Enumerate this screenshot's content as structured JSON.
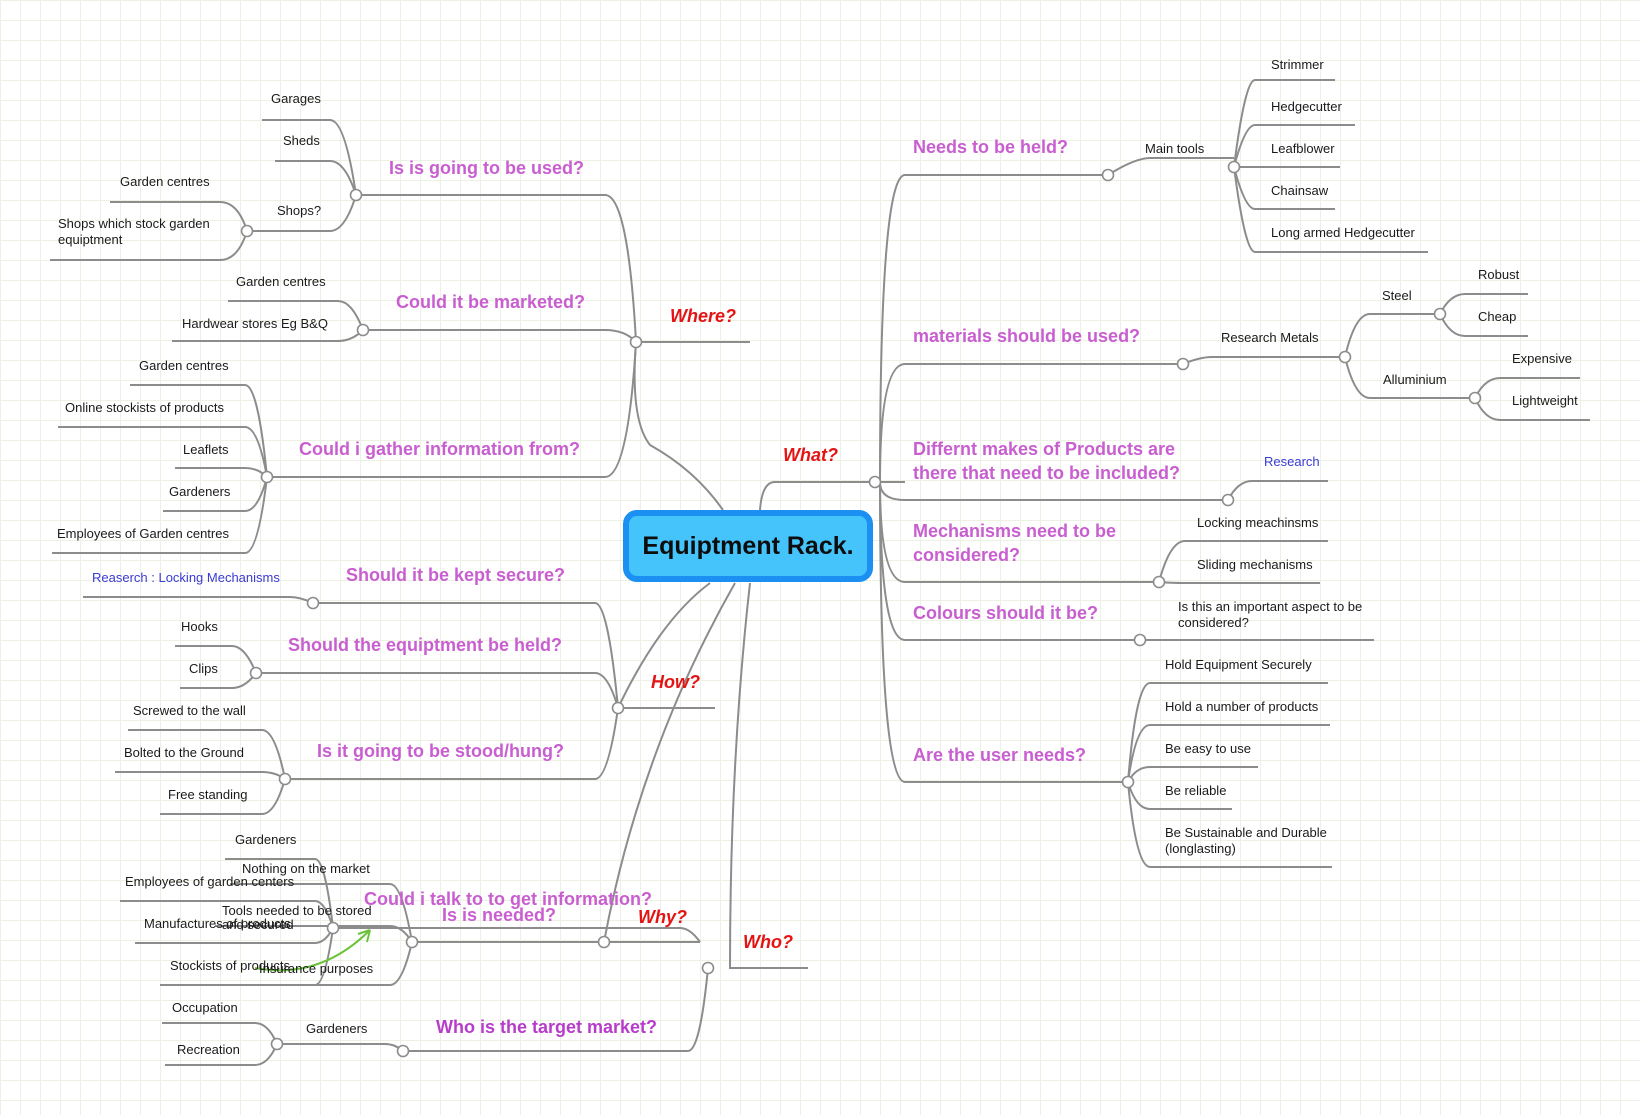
{
  "center": "Equiptment Rack.",
  "branches": {
    "what": "What?",
    "where": "Where?",
    "how": "How?",
    "why": "Why?",
    "who": "Who?"
  },
  "what": {
    "held": "Needs to be held?",
    "main_tools": "Main tools",
    "tools": [
      "Strimmer",
      "Hedgecutter",
      "Leafblower",
      "Chainsaw",
      "Long armed Hedgecutter"
    ],
    "materials": "materials should be used?",
    "research_metals": "Research Metals",
    "steel": "Steel",
    "steel_items": [
      "Robust",
      "Cheap"
    ],
    "alum": "Alluminium",
    "alum_items": [
      "Expensive",
      "Lightweight"
    ],
    "makes_1": "Differnt makes of Products are",
    "makes_2": "there that need to be included?",
    "research": "Research",
    "mech_1": "Mechanisms need to be",
    "mech_2": "considered?",
    "mech_items": [
      "Locking meachinsms",
      "Sliding mechanisms"
    ],
    "colours": "Colours should it be?",
    "colours_note_1": "Is this an important aspect to be",
    "colours_note_2": "considered?",
    "user": "Are the user needs?",
    "user_items": [
      "Hold Equipment Securely",
      "Hold a number of products",
      "Be easy to use",
      "Be reliable"
    ],
    "user_last_1": "Be Sustainable and Durable",
    "user_last_2": "(longlasting)"
  },
  "where": {
    "used": "Is is going to be used?",
    "used_items": [
      "Garages",
      "Sheds"
    ],
    "shops": "Shops?",
    "shops_items": [
      "Garden centres"
    ],
    "shops_stock_1": "Shops which stock garden",
    "shops_stock_2": "equiptment",
    "marketed": "Could it be marketed?",
    "marketed_items": [
      "Garden centres",
      "Hardwear stores Eg B&Q"
    ],
    "gather": "Could i gather information from?",
    "gather_items": [
      "Garden centres",
      "Online stockists of products",
      "Leaflets",
      "Gardeners",
      "Employees of Garden centres"
    ]
  },
  "how": {
    "secure": "Should it be kept secure?",
    "secure_link": "Reaserch : Locking Mechanisms",
    "held": "Should the equiptment be held?",
    "held_items": [
      "Hooks",
      "Clips"
    ],
    "stood": "Is it going to be stood/hung?",
    "stood_items": [
      "Screwed to the wall",
      "Bolted to the Ground",
      "Free standing"
    ]
  },
  "why": {
    "talk": "Could i talk to to get information?",
    "talk_items": [
      "Gardeners",
      "Employees of garden centers",
      "Manufactures of products",
      "Stockists of products"
    ],
    "needed": "Is is needed?",
    "nothing": "Nothing on the market",
    "tools_1": "Tools needed to be stored",
    "tools_2": "and secured",
    "insurance": "Insurance purposes"
  },
  "who": {
    "target": "Who is the target market?",
    "gardeners": "Gardeners",
    "gardener_items": [
      "Occupation",
      "Recreation"
    ]
  },
  "colors": {
    "grid": "#ecf1e4",
    "line": "#8c8c8c",
    "topic": "#c85ed0",
    "branch": "#e41414",
    "center_fill": "#44c4fb",
    "center_border": "#1c8ff2",
    "link": "#3b3bd6",
    "arrow": "#6cc23a"
  }
}
